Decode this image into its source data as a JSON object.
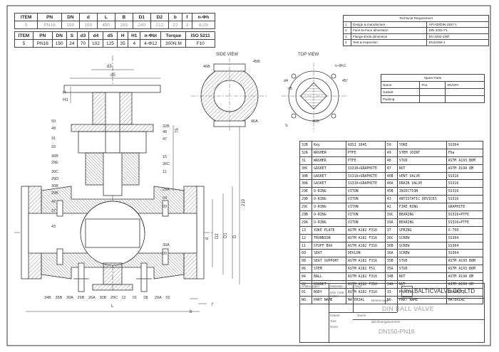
{
  "dim_table_1": {
    "headers": [
      "ITEM",
      "PN",
      "DN",
      "d",
      "L",
      "B",
      "D1",
      "D2",
      "b",
      "f",
      "n-Φh"
    ],
    "row": [
      "5",
      "PN16",
      "150",
      "150",
      "480",
      "285",
      "240",
      "212",
      "22",
      "3",
      "8-26"
    ]
  },
  "dim_table_2": {
    "headers": [
      "ITEM",
      "PN",
      "DN",
      "S",
      "d3",
      "d4",
      "d5",
      "H",
      "H1",
      "n-Φbl",
      "Torque",
      "ISO 5211"
    ],
    "row": [
      "5",
      "PN16",
      "150",
      "24",
      "70",
      "102",
      "125",
      "35",
      "4",
      "4-Φ12",
      "300N.M",
      "F10"
    ]
  },
  "technical_requirement": {
    "title": "Technical Requirement",
    "rows": [
      {
        "no": "1",
        "item": "Design & manufacture",
        "value": "API 6D/DIN 3357-1"
      },
      {
        "no": "2",
        "item": "Face-to-Face dimension",
        "value": "DIN 3202-F1"
      },
      {
        "no": "3",
        "item": "Flange-Ends dimension",
        "value": "EN 1092-1/BF"
      },
      {
        "no": "4",
        "item": "Test & inspection",
        "value": "EN12266-1"
      }
    ]
  },
  "spare_parts": {
    "title": "Spare Parts",
    "headers": [
      "Name",
      "Pcs.",
      "SN/SPA"
    ],
    "rows": [
      [
        "Gasket",
        "",
        ""
      ],
      [
        "Packing",
        "",
        ""
      ]
    ]
  },
  "views": {
    "side_view": "SIDE VIEW",
    "top_view": "TOP VIEW",
    "side_labels": [
      "46B",
      "45B",
      "46A"
    ],
    "top_labels": [
      "n-Φh1",
      "d4",
      "d5",
      "45°",
      "45B",
      "S"
    ]
  },
  "parts_list": {
    "header": {
      "no": "NO.",
      "name": "PART NAME",
      "material": "MATERIAL"
    },
    "left": [
      {
        "no": "32B",
        "name": "Key",
        "material": "AISI 1045"
      },
      {
        "no": "32A",
        "name": "WASHER",
        "material": "PTFE"
      },
      {
        "no": "31",
        "name": "WASHER",
        "material": "PTFE"
      },
      {
        "no": "30C",
        "name": "GASKET",
        "material": "SS316+GRAPHITE"
      },
      {
        "no": "30B",
        "name": "GASKET",
        "material": "SS316+GRAPHITE"
      },
      {
        "no": "30A",
        "name": "GASKET",
        "material": "SS316+GRAPHITE"
      },
      {
        "no": "29E",
        "name": "O-RING",
        "material": "VITON"
      },
      {
        "no": "29D",
        "name": "O-RING",
        "material": "VITON"
      },
      {
        "no": "29C",
        "name": "O-RING",
        "material": "VITON"
      },
      {
        "no": "29B",
        "name": "O-RING",
        "material": "VITON"
      },
      {
        "no": "29A",
        "name": "O-RING",
        "material": "VITON"
      },
      {
        "no": "13",
        "name": "YOKE PLATE",
        "material": "ASTM A182 F316"
      },
      {
        "no": "12",
        "name": "TRUNNION",
        "material": "ASTM A182 F316"
      },
      {
        "no": "11",
        "name": "STUFF BOX",
        "material": "ASTM A182 F316"
      },
      {
        "no": "09",
        "name": "SEAT",
        "material": "DEVLON"
      },
      {
        "no": "08",
        "name": "SEAT SUPPORT",
        "material": "ASTM A182 F316"
      },
      {
        "no": "06",
        "name": "STEM",
        "material": "ASTM A182 F51"
      },
      {
        "no": "04",
        "name": "BALL",
        "material": "ASTM A182 F316"
      },
      {
        "no": "02",
        "name": "BONNET",
        "material": "ASTM A182 F316"
      },
      {
        "no": "01",
        "name": "BODY",
        "material": "ASTM A182 F316"
      }
    ],
    "right": [
      {
        "no": "50",
        "name": "YOKE",
        "material": "SS304"
      },
      {
        "no": "49",
        "name": "STEM JOINT",
        "material": "F6a"
      },
      {
        "no": "48",
        "name": "STUD",
        "material": "ASTM A193 B8M"
      },
      {
        "no": "47",
        "name": "NUT",
        "material": "ASTM A194 8M"
      },
      {
        "no": "46B",
        "name": "VENT VALVE",
        "material": "SS316"
      },
      {
        "no": "46A",
        "name": "DRAIN VALVE",
        "material": "SS316"
      },
      {
        "no": "45B",
        "name": "INJECTION",
        "material": "SS316"
      },
      {
        "no": "43",
        "name": "ANTISTATIC DEVICES",
        "material": "SS316"
      },
      {
        "no": "42",
        "name": "FIRE RING",
        "material": "GRAPHITE"
      },
      {
        "no": "39C",
        "name": "BEARING",
        "material": "SS316+PTFE"
      },
      {
        "no": "39A",
        "name": "BEARING",
        "material": "SS316+PTFE"
      },
      {
        "no": "37",
        "name": "SPRING",
        "material": "X-750"
      },
      {
        "no": "36C",
        "name": "SCREW",
        "material": "SS304"
      },
      {
        "no": "36B",
        "name": "SCREW",
        "material": "SS304"
      },
      {
        "no": "36A",
        "name": "SCREW",
        "material": "SS304"
      },
      {
        "no": "35B",
        "name": "STUD",
        "material": "ASTM A193 B8M"
      },
      {
        "no": "35A",
        "name": "STUD",
        "material": "ASTM A193 B8M"
      },
      {
        "no": "34B",
        "name": "NUT",
        "material": "ASTM A194 8M"
      },
      {
        "no": "34A",
        "name": "NUT",
        "material": "ASTM A194 8M"
      },
      {
        "no": "33",
        "name": "PACKING",
        "material": "GRAPHITE"
      }
    ]
  },
  "title_block": {
    "company": "BALTICVALVE CO.,LTD",
    "logo": "BV",
    "name": "DIN BALL VALVE",
    "code": "DN150-PN16",
    "fields": [
      "Änderungen",
      "Maßstab",
      "DIN 7168 mittel",
      "Gepr.",
      "Datum",
      "Name",
      "Benennung",
      "Zeichnungsnummer",
      "Gez.",
      "Norm"
    ]
  },
  "callouts_left": [
    "50",
    "49",
    "31",
    "33",
    "36B",
    "29E",
    "30C",
    "29D",
    "30B",
    "29B",
    "42",
    "37",
    "43"
  ],
  "callouts_right": [
    "32B",
    "48",
    "47",
    "15",
    "36C",
    "11",
    "29A",
    "04",
    "09",
    "39A",
    "09"
  ],
  "callouts_bottom": [
    "34B",
    "35B",
    "30A",
    "29B",
    "26A",
    "30B",
    "29C",
    "12",
    "01",
    "08",
    "29A",
    "02"
  ],
  "dimension_labels": [
    "d3",
    "d5",
    "H",
    "H1",
    "75",
    "210",
    "L",
    "d",
    "D2",
    "D1",
    "D",
    "b",
    "f",
    "S"
  ],
  "colors": {
    "line": "#333333",
    "hatch": "#555555",
    "light": "#999999"
  }
}
